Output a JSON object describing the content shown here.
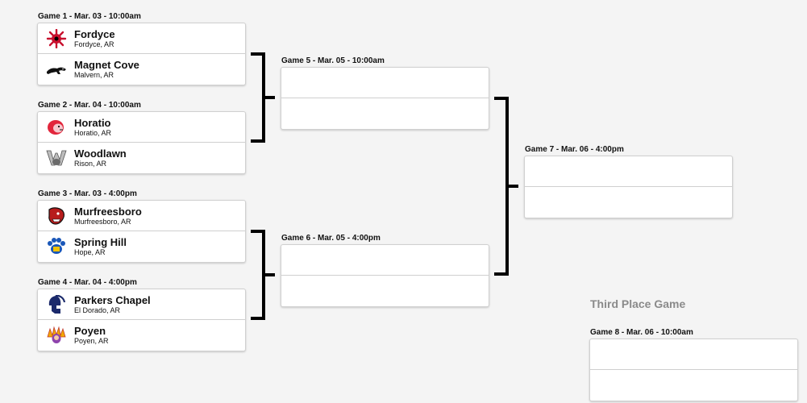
{
  "games": {
    "g1": {
      "label": "Game 1 - Mar. 03 - 10:00am",
      "top": {
        "name": "Fordyce",
        "location": "Fordyce, AR",
        "logo": "fordyce-redbug-icon"
      },
      "bottom": {
        "name": "Magnet Cove",
        "location": "Malvern, AR",
        "logo": "panther-icon"
      }
    },
    "g2": {
      "label": "Game 2 - Mar. 04 - 10:00am",
      "top": {
        "name": "Horatio",
        "location": "Horatio, AR",
        "logo": "lion-icon"
      },
      "bottom": {
        "name": "Woodlawn",
        "location": "Rison, AR",
        "logo": "woodlawn-w-icon"
      }
    },
    "g3": {
      "label": "Game 3 - Mar. 03 - 4:00pm",
      "top": {
        "name": "Murfreesboro",
        "location": "Murfreesboro, AR",
        "logo": "rattler-icon"
      },
      "bottom": {
        "name": "Spring Hill",
        "location": "Hope, AR",
        "logo": "bear-paw-icon"
      }
    },
    "g4": {
      "label": "Game 4 - Mar. 04 - 4:00pm",
      "top": {
        "name": "Parkers Chapel",
        "location": "El Dorado, AR",
        "logo": "trojan-helmet-icon"
      },
      "bottom": {
        "name": "Poyen",
        "location": "Poyen, AR",
        "logo": "indian-headdress-icon"
      }
    },
    "g5": {
      "label": "Game 5 - Mar. 05 - 10:00am"
    },
    "g6": {
      "label": "Game 6 - Mar. 05 - 4:00pm"
    },
    "g7": {
      "label": "Game 7 - Mar. 06 - 4:00pm"
    },
    "g8": {
      "label": "Game 8 - Mar. 06 - 10:00am"
    }
  },
  "third_place": {
    "title": "Third Place Game"
  },
  "colors": {
    "background": "#f4f4f4",
    "bracket": "#000000",
    "card_border": "#d0d0d0"
  }
}
